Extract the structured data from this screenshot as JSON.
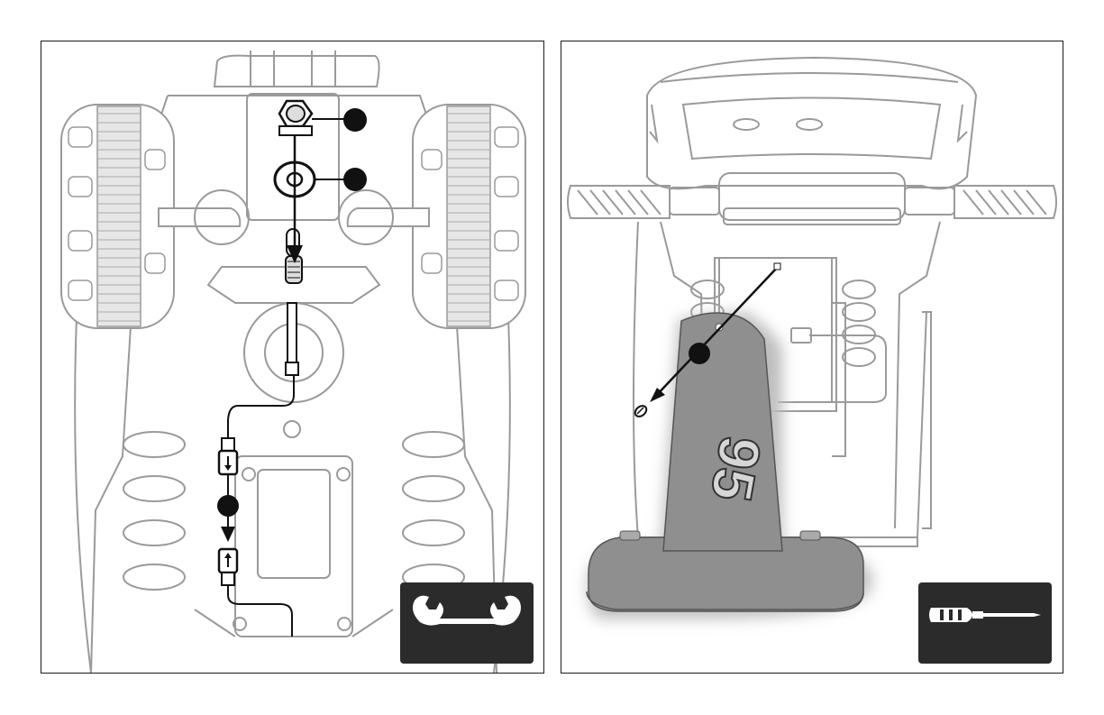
{
  "panels": [
    {
      "id": "left",
      "tool": "wrench-icon"
    },
    {
      "id": "right",
      "tool": "screwdriver-icon",
      "seat_number": "95"
    }
  ],
  "colors": {
    "line_art": "#9a9a9a",
    "callout": "#111111",
    "badge": "#2b2b2b",
    "seat": "#8f8f8f",
    "seat_shadow": "#bdbdbd"
  }
}
